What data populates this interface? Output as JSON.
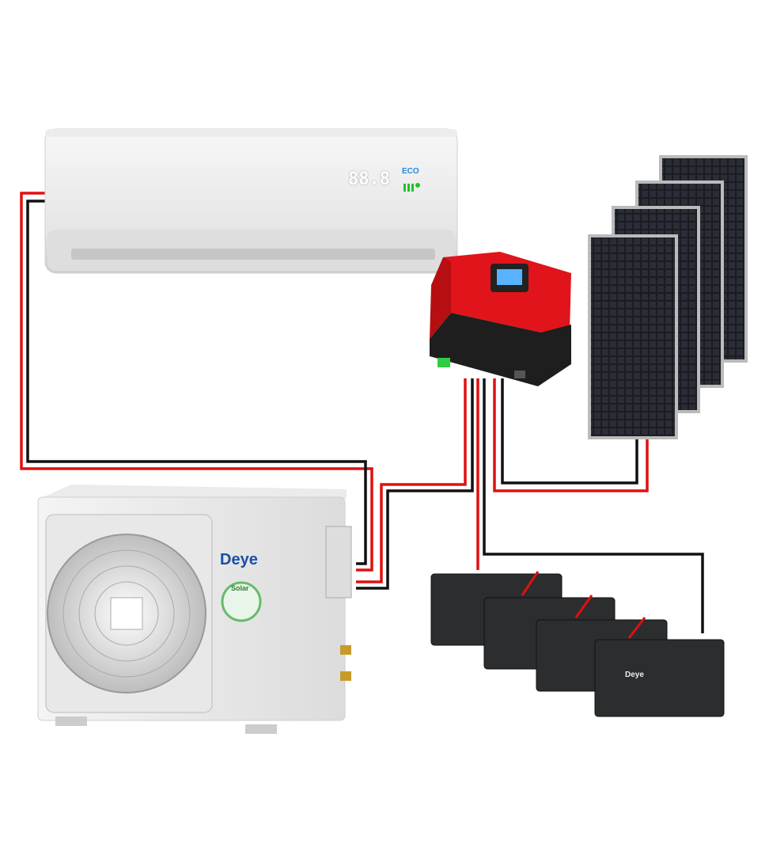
{
  "indoor_unit": {
    "display_value": "88.8",
    "mode_label": "ECO"
  },
  "outdoor_unit": {
    "brand": "Deye",
    "badge": "Solar"
  },
  "batteries": {
    "brand": "Deye",
    "count": 4
  },
  "solar_panels": {
    "count": 4
  },
  "colors": {
    "positive_wire": "#e01010",
    "negative_wire": "#111111",
    "controller": "#e0141a"
  }
}
